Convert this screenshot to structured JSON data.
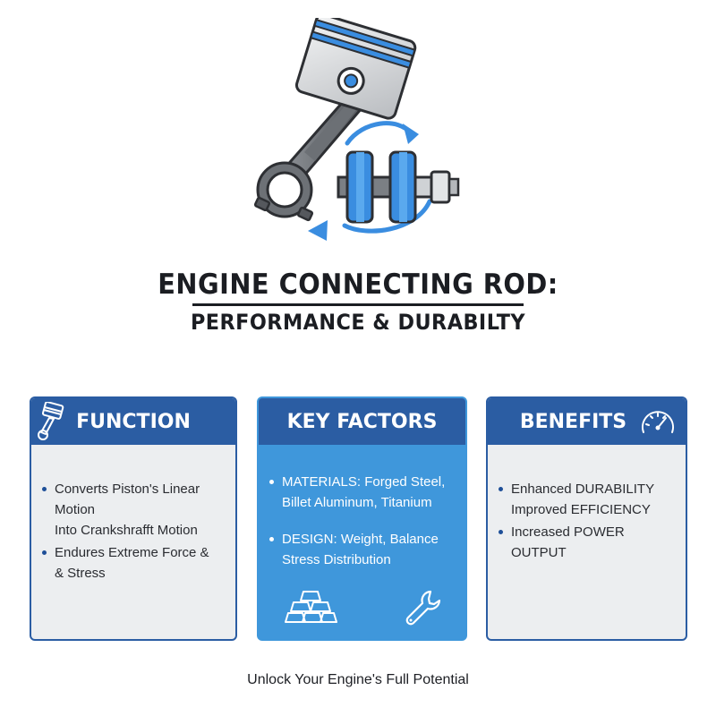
{
  "title": {
    "line1": "ENGINE CONNECTING ROD:",
    "line2": "PERFORMANCE & DURABILTY"
  },
  "cards": {
    "function": {
      "heading": "FUNCTION",
      "icon": "piston-icon",
      "items": [
        {
          "a": "Converts Piston's Linear Motion",
          "b": "Into Crankshrafft Motion"
        },
        {
          "a": "Endures Extreme Force &",
          "b": "& Stress"
        }
      ]
    },
    "factors": {
      "heading": "KEY FACTORS",
      "items": [
        {
          "a": "MATERIALS: Forged Steel,",
          "b": "Billet Aluminum, Titanium"
        },
        {
          "a": "DESIGN: Weight, Balance",
          "b": "Stress Distribution"
        }
      ],
      "icons": [
        "gold-bars-icon",
        "wrench-icon"
      ]
    },
    "benefits": {
      "heading": "BENEFITS",
      "icon": "speedometer-icon",
      "items": [
        {
          "a": "Enhanced DURABILITY",
          "b": "Improved EFFICIENCY"
        },
        {
          "a": "Increased POWER OUTPUT",
          "b": ""
        }
      ]
    }
  },
  "footer": "Unlock Your Engine's Full Potential",
  "colors": {
    "header_blue": "#2b5da3",
    "panel_blue": "#3f97db",
    "panel_gray": "#eceef0",
    "accent_blue": "#3a8de0"
  }
}
